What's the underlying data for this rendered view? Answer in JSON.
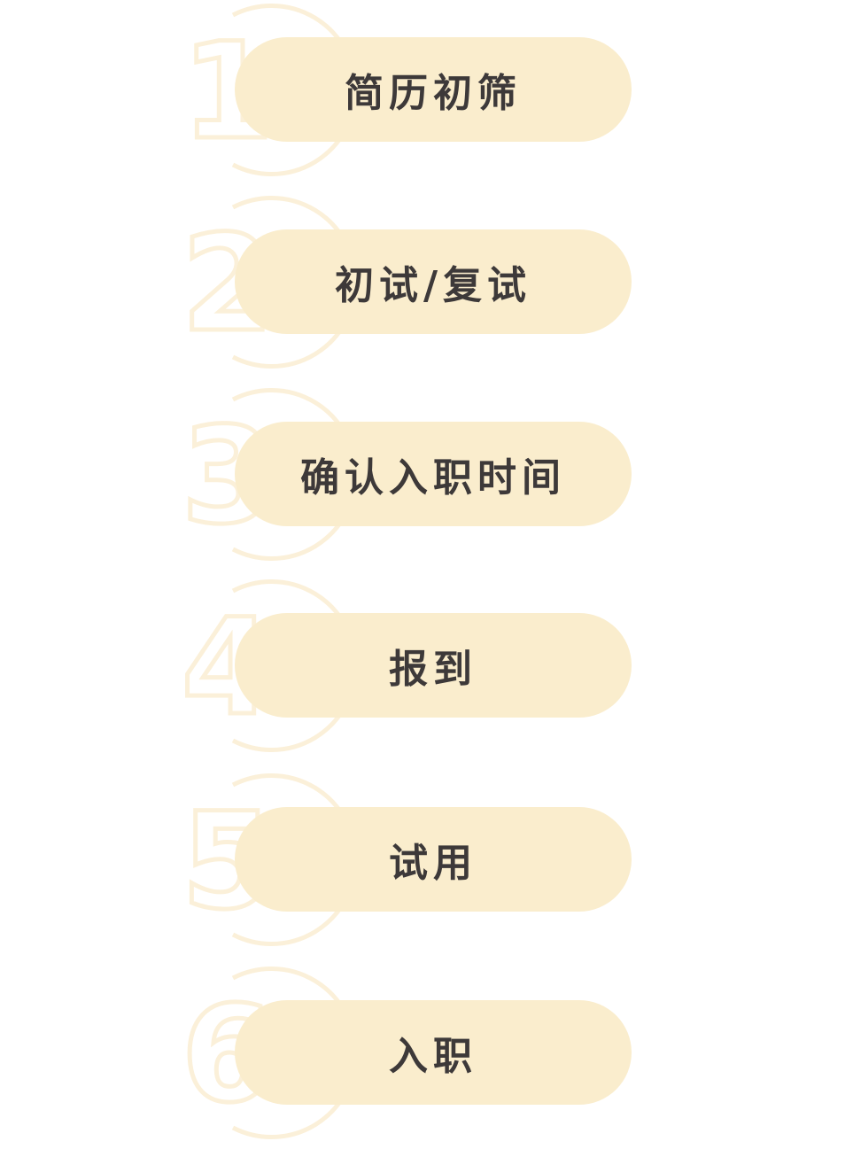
{
  "colors": {
    "pill": "#FAEDCD",
    "outline": "#FBF0D9",
    "text": "#3D3939"
  },
  "steps": [
    {
      "number": "1",
      "label": "简历初筛"
    },
    {
      "number": "2",
      "label": "初试/复试"
    },
    {
      "number": "3",
      "label": "确认入职时间"
    },
    {
      "number": "4",
      "label": "报到"
    },
    {
      "number": "5",
      "label": "试用"
    },
    {
      "number": "6",
      "label": "入职"
    }
  ]
}
